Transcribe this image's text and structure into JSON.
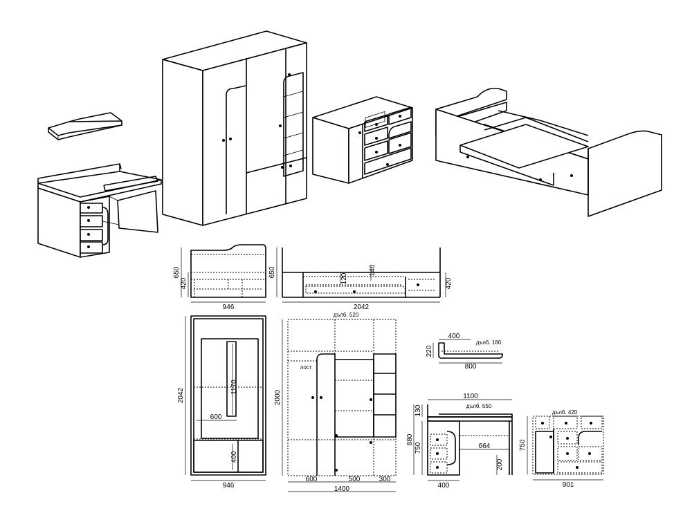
{
  "dimensions": {
    "bed_front": {
      "height": "650",
      "mid_height": "420",
      "width": "946"
    },
    "bed_side": {
      "height": "650",
      "inner1": "120",
      "inner2": "140",
      "length": "2042",
      "right_height": "420"
    },
    "wardrobe_side": {
      "height": "2042",
      "inner_tall": "1170",
      "inner_width": "600",
      "inner_low": "400",
      "width": "946"
    },
    "wardrobe_front": {
      "depth_label": "дълб. 520",
      "rod_label": "лост",
      "height": "2000",
      "col1": "600",
      "col2": "500",
      "col3": "300",
      "total": "1400"
    },
    "shelf": {
      "width_top": "400",
      "depth_label": "дълб. 180",
      "height": "220",
      "length": "800"
    },
    "desk": {
      "width": "1100",
      "depth_label": "дълб. 550",
      "top_h": "130",
      "body_h": "750",
      "total_h": "880",
      "knee": "664",
      "leg": "200",
      "pedestal": "400"
    },
    "dresser": {
      "depth_label": "дълб. 420",
      "height": "750",
      "width": "901"
    }
  }
}
